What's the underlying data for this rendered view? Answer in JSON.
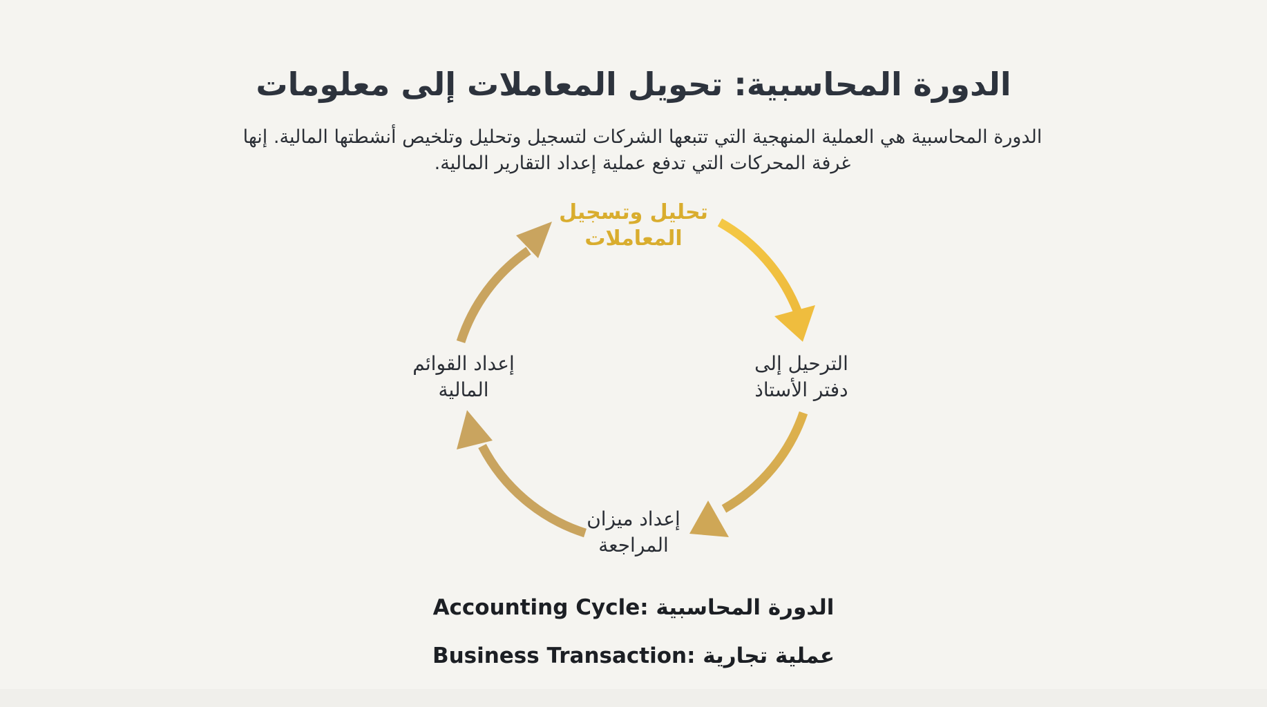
{
  "title": "الدورة المحاسبية: تحويل المعاملات إلى معلومات",
  "intro": {
    "line1": "الدورة المحاسبية هي العملية المنهجية التي تتبعها الشركات لتسجيل وتحليل وتلخيص أنشطتها المالية. إنها",
    "line2": "غرفة المحركات التي تدفع عملية إعداد التقارير المالية."
  },
  "cycle": {
    "steps": [
      {
        "line1": "تحليل وتسجيل",
        "line2": "المعاملات"
      },
      {
        "line1": "الترحيل إلى",
        "line2": "دفتر الأستاذ"
      },
      {
        "line1": "إعداد ميزان",
        "line2": "المراجعة"
      },
      {
        "line1": "إعداد القوائم",
        "line2": "المالية"
      }
    ],
    "colors": {
      "highlight": "#d9ad2e",
      "arrow_start": "#f2c343",
      "arrow_end": "#c9a45f"
    }
  },
  "glossary": [
    {
      "en": "Accounting Cycle:",
      "ar": "الدورة المحاسبية"
    },
    {
      "en": "Business Transaction:",
      "ar": "عملية تجارية"
    }
  ]
}
